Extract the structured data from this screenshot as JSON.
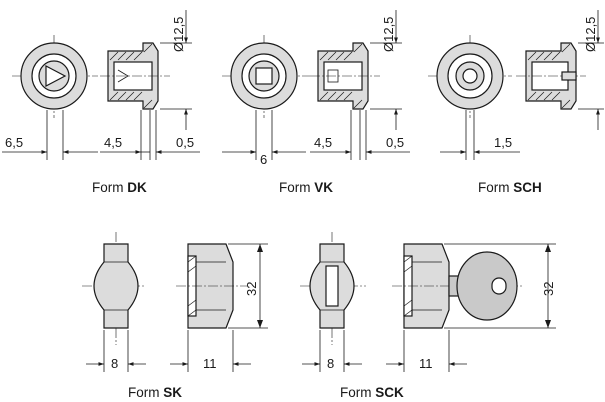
{
  "forms": {
    "dk": {
      "prefix": "Form ",
      "code": "DK",
      "dims": {
        "d1": "6,5",
        "d2": "4,5",
        "d3": "0,5",
        "dia": "Ø12,5"
      }
    },
    "vk": {
      "prefix": "Form ",
      "code": "VK",
      "dims": {
        "d1": "6",
        "d2": "4,5",
        "d3": "0,5",
        "dia": "Ø12,5"
      }
    },
    "sch": {
      "prefix": "Form ",
      "code": "SCH",
      "dims": {
        "d1": "1,5",
        "dia": "Ø12,5"
      }
    },
    "sk": {
      "prefix": "Form ",
      "code": "SK",
      "dims": {
        "w1": "8",
        "w2": "11",
        "h": "32"
      }
    },
    "sck": {
      "prefix": "Form ",
      "code": "SCK",
      "dims": {
        "w1": "8",
        "w2": "11",
        "h": "32"
      }
    }
  }
}
